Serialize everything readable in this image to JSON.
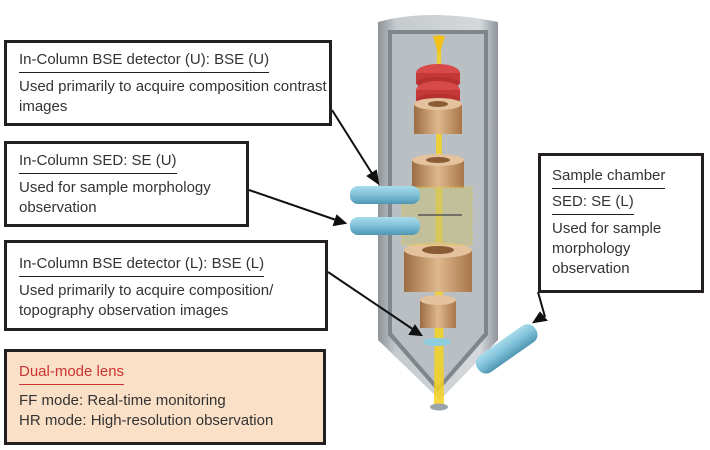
{
  "diagram": {
    "subject": "In-column electron optics with detectors",
    "callouts": [
      {
        "id": "bse-u",
        "title": "In-Column BSE detector (U): BSE (U)",
        "description": "Used primarily to acquire composition contrast images"
      },
      {
        "id": "sed-u",
        "title": "In-Column SED: SE (U)",
        "description": "Used for sample morphology observation"
      },
      {
        "id": "bse-l",
        "title": "In-Column BSE detector (L): BSE (L)",
        "description": "Used primarily to acquire composition/ topography observation images"
      },
      {
        "id": "dual-mode",
        "title": "Dual-mode lens",
        "lines": [
          "FF mode: Real-time monitoring",
          "HR mode: High-resolution observation"
        ]
      },
      {
        "id": "chamber-sed",
        "title": "Sample chamber",
        "subtitle": "SED: SE (L)",
        "description": "Used for sample morphology observation"
      }
    ],
    "colors": {
      "border": "#231f20",
      "highlight_bg": "#fbe0c8",
      "highlight_title": "#cc3333",
      "column_gray": "#a9aeb2",
      "lens_red": "#d84a4a",
      "lens_copper": "#c8976a",
      "detector_blue": "#7fc0d8",
      "beam_yellow": "#f5d21e"
    }
  }
}
